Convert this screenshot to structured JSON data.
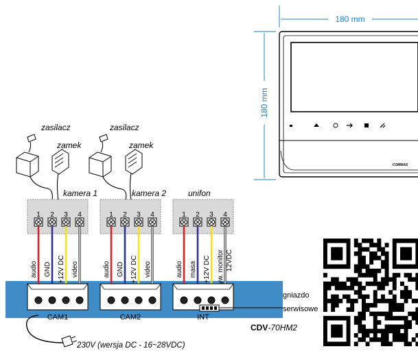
{
  "dimensions": {
    "width_label": "180 mm",
    "height_label": "180 mm"
  },
  "monitor": {
    "brand": "COMMAX"
  },
  "accessories": {
    "psu1": "zasilacz",
    "lock1": "zamek",
    "psu2": "zasilacz",
    "lock2": "zamek"
  },
  "blocks": [
    {
      "title": "kamera 1",
      "pins": [
        "1",
        "2",
        "3",
        "4"
      ],
      "wires": [
        "audio",
        "GND",
        "+12V DC",
        "video"
      ]
    },
    {
      "title": "kamera 2",
      "pins": [
        "1",
        "2",
        "3",
        "4"
      ],
      "wires": [
        "audio",
        "GND",
        "+12V DC",
        "video"
      ]
    },
    {
      "title": "unifon",
      "pins": [
        "1",
        "2",
        "3",
        "4"
      ],
      "wires": [
        "audio",
        "masa",
        "+12V DC",
        "wyw. monitor"
      ],
      "wire4_line2": "12VDC"
    }
  ],
  "connectors": [
    "CAM1",
    "CAM2",
    "INT"
  ],
  "service_port": {
    "line1": "gniazdo",
    "line2": "serwisowe"
  },
  "model": {
    "prefix": "CDV",
    "suffix": "-70HM2"
  },
  "power_note": "230V (wersja DC - 16~28VDC)",
  "colors": {
    "base": "#3f8cc7",
    "audio": "#d9242b",
    "gnd": "#2e3192",
    "dc": "#f5e21a",
    "video": "#bfbfbf",
    "dim": "#1f7fc4"
  }
}
